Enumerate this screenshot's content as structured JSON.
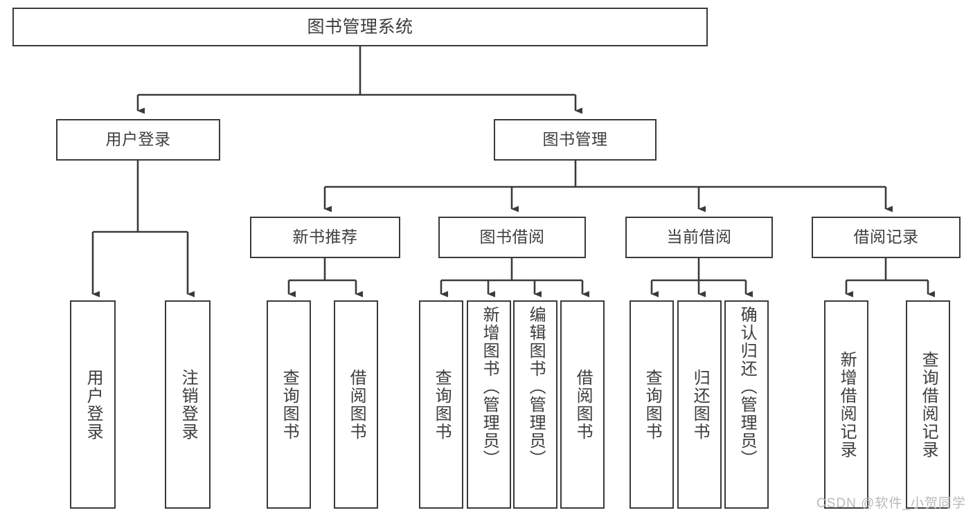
{
  "diagram": {
    "title": "图书管理系统",
    "type": "hierarchy-tree",
    "root": {
      "id": "root",
      "label": "图书管理系统"
    },
    "level2": [
      {
        "id": "user-login",
        "label": "用户登录"
      },
      {
        "id": "book-manage",
        "label": "图书管理"
      }
    ],
    "level3": [
      {
        "id": "new-book-rec",
        "label": "新书推荐",
        "parent": "book-manage"
      },
      {
        "id": "book-borrow",
        "label": "图书借阅",
        "parent": "book-manage"
      },
      {
        "id": "current-borrow",
        "label": "当前借阅",
        "parent": "book-manage"
      },
      {
        "id": "borrow-record",
        "label": "借阅记录",
        "parent": "book-manage"
      }
    ],
    "leaves": [
      {
        "id": "leaf-user-login",
        "label": "用户登录",
        "parent": "user-login"
      },
      {
        "id": "leaf-logout",
        "label": "注销登录",
        "parent": "user-login"
      },
      {
        "id": "leaf-query-book-1",
        "label": "查询图书",
        "parent": "new-book-rec"
      },
      {
        "id": "leaf-borrow-book-1",
        "label": "借阅图书",
        "parent": "new-book-rec"
      },
      {
        "id": "leaf-query-book-2",
        "label": "查询图书",
        "parent": "book-borrow"
      },
      {
        "id": "leaf-add-book",
        "label": "新增图书（管理员）",
        "parent": "book-borrow"
      },
      {
        "id": "leaf-edit-book",
        "label": "编辑图书（管理员）",
        "parent": "book-borrow"
      },
      {
        "id": "leaf-borrow-book-2",
        "label": "借阅图书",
        "parent": "book-borrow"
      },
      {
        "id": "leaf-query-book-3",
        "label": "查询图书",
        "parent": "current-borrow"
      },
      {
        "id": "leaf-return-book",
        "label": "归还图书",
        "parent": "current-borrow"
      },
      {
        "id": "leaf-confirm-return",
        "label": "确认归还（管理员）",
        "parent": "current-borrow"
      },
      {
        "id": "leaf-add-record",
        "label": "新增借阅记录",
        "parent": "borrow-record"
      },
      {
        "id": "leaf-query-record",
        "label": "查询借阅记录",
        "parent": "borrow-record"
      }
    ],
    "colors": {
      "stroke": "#3a3a3a",
      "text": "#3d3d3d",
      "background": "#ffffff",
      "watermark": "#b9b9b9"
    }
  },
  "watermark": {
    "text": "CSDN @软件_小贺同学"
  }
}
